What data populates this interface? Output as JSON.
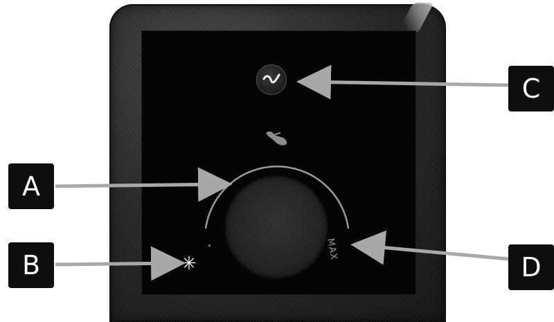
{
  "labels": {
    "a": "A",
    "b": "B",
    "c": "C",
    "d": "D"
  },
  "dial": {
    "max_label": "MAX"
  },
  "icons": {
    "indicator": "indicator-light-icon",
    "hand": "hand-icon",
    "snowflake": "snowflake-icon",
    "snowflake_glyph": "✳"
  },
  "colors": {
    "face": "#050505",
    "bezel": "#2a2a2a",
    "arc": "#9a9a9a",
    "callout_bg": "#0e0e0e",
    "arrow": "#a8a8a8"
  }
}
